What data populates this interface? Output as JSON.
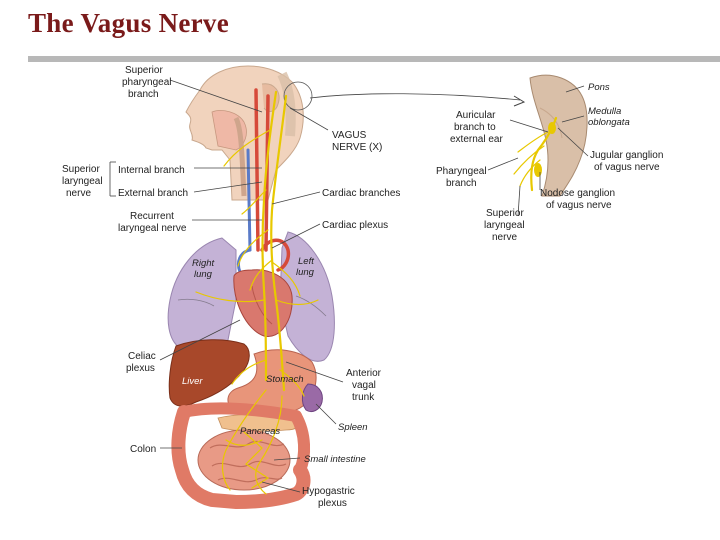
{
  "title": "The Vagus Nerve",
  "labels": {
    "superior_pharyngeal_branch": [
      "Superior",
      "pharyngeal",
      "branch"
    ],
    "vagus_nerve": [
      "VAGUS",
      "NERVE (X)"
    ],
    "superior_laryngeal_nerve": [
      "Superior",
      "laryngeal",
      "nerve"
    ],
    "internal_branch": "Internal branch",
    "external_branch": "External branch",
    "cardiac_branches": "Cardiac branches",
    "recurrent_laryngeal_nerve": [
      "Recurrent",
      "laryngeal nerve"
    ],
    "cardiac_plexus": "Cardiac plexus",
    "right_lung": [
      "Right",
      "lung"
    ],
    "left_lung": [
      "Left",
      "lung"
    ],
    "celiac_plexus": [
      "Celiac",
      "plexus"
    ],
    "liver": "Liver",
    "stomach": "Stomach",
    "anterior_vagal_trunk": [
      "Anterior",
      "vagal",
      "trunk"
    ],
    "spleen": "Spleen",
    "pancreas": "Pancreas",
    "colon": "Colon",
    "small_intestine": "Small intestine",
    "hypogastric_plexus": [
      "Hypogastric",
      "plexus"
    ],
    "pons": "Pons",
    "medulla_oblongata": [
      "Medulla",
      "oblongata"
    ],
    "auricular_branch": [
      "Auricular",
      "branch to",
      "external ear"
    ],
    "jugular_ganglion": [
      "Jugular ganglion",
      "of vagus nerve"
    ],
    "pharyngeal_branch": [
      "Pharyngeal",
      "branch"
    ],
    "nodose_ganglion": [
      "Nodose ganglion",
      "of vagus nerve"
    ],
    "superior_laryngeal_nerve_inset": [
      "Superior",
      "laryngeal",
      "nerve"
    ]
  },
  "colors": {
    "title": "#7a1a1a",
    "nerve": "#e8c800",
    "artery": "#d64a3a",
    "vein": "#5a7bc8",
    "lung": "#c4b2d6",
    "liver": "#a8482a",
    "stomach": "#e8957a",
    "intestine": "#e89a86",
    "skin": "#f1d3bd"
  }
}
